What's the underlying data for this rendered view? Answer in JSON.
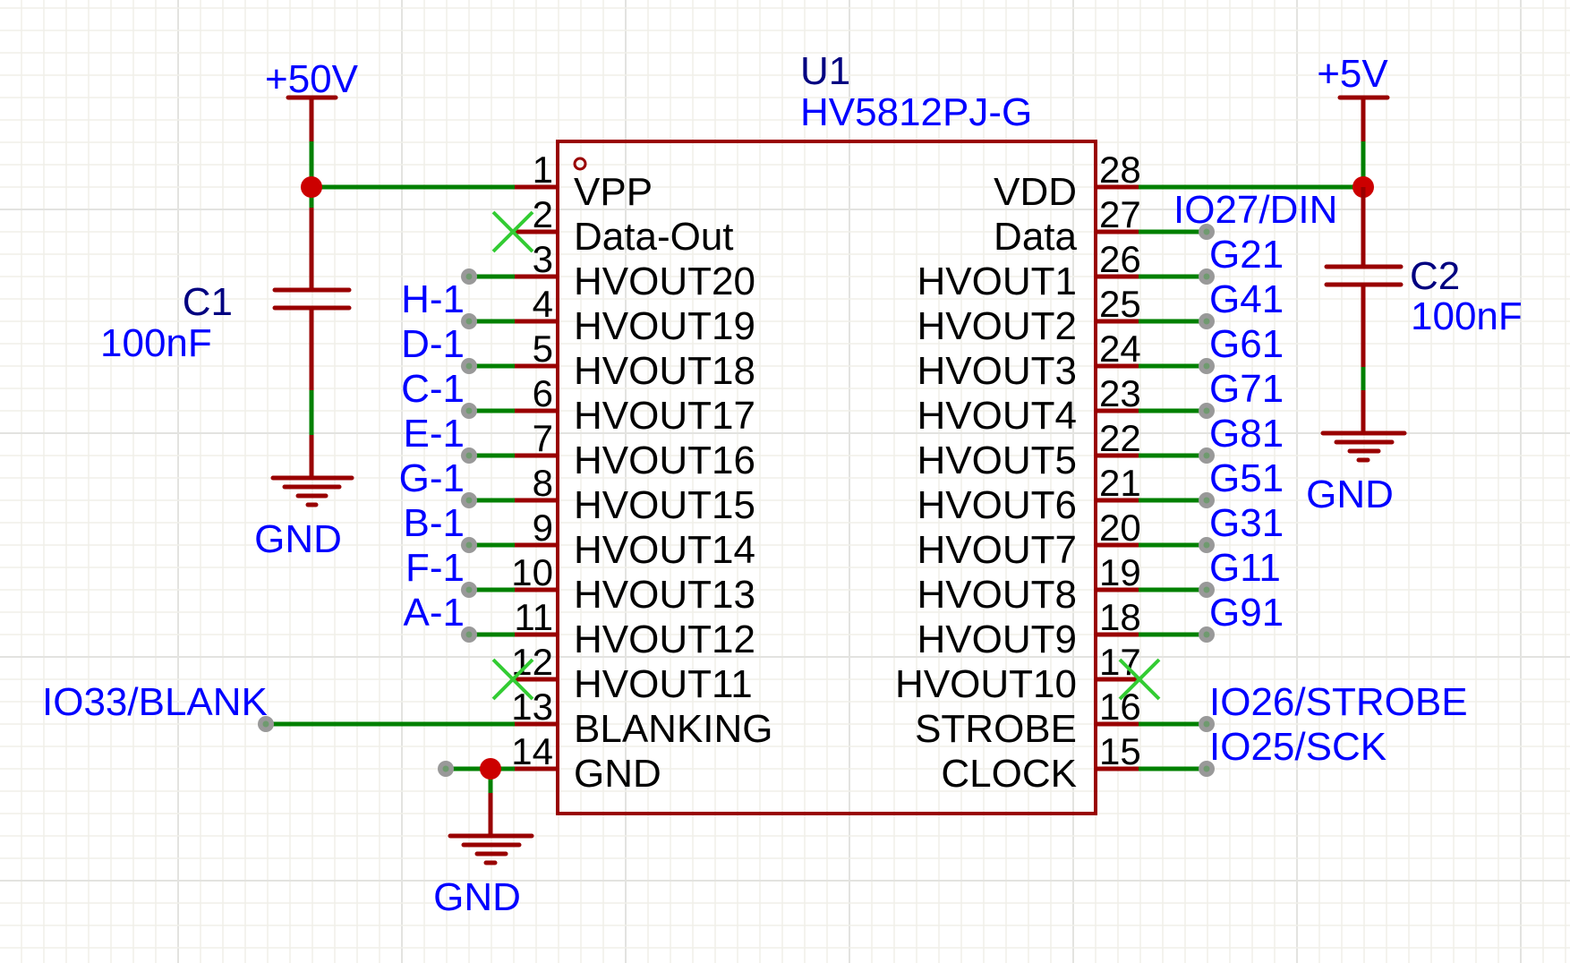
{
  "colors": {
    "background": "#ffffff",
    "symbol": "#990000",
    "wire": "#008000",
    "junction": "#cc0000",
    "net_label": "#0000ff",
    "designator": "#000080",
    "pin_text": "#000000",
    "net_dot": "#999999",
    "net_dot_inner": "#5a8a5a",
    "no_connect": "#33cc33",
    "grid_minor": "#f0efe9",
    "grid_major": "#e3e3e0"
  },
  "component": {
    "designator": "U1",
    "part": "HV5812PJ-G",
    "left_pins": [
      {
        "num": "1",
        "name": "VPP",
        "net": null,
        "connection": "power"
      },
      {
        "num": "2",
        "name": "Data-Out",
        "net": null,
        "connection": "no-connect"
      },
      {
        "num": "3",
        "name": "HVOUT20",
        "net": "",
        "connection": "net"
      },
      {
        "num": "4",
        "name": "HVOUT19",
        "net": "H-1",
        "connection": "net"
      },
      {
        "num": "5",
        "name": "HVOUT18",
        "net": "D-1",
        "connection": "net"
      },
      {
        "num": "6",
        "name": "HVOUT17",
        "net": "C-1",
        "connection": "net"
      },
      {
        "num": "7",
        "name": "HVOUT16",
        "net": "E-1",
        "connection": "net"
      },
      {
        "num": "8",
        "name": "HVOUT15",
        "net": "G-1",
        "connection": "net"
      },
      {
        "num": "9",
        "name": "HVOUT14",
        "net": "B-1",
        "connection": "net"
      },
      {
        "num": "10",
        "name": "HVOUT13",
        "net": "F-1",
        "connection": "net"
      },
      {
        "num": "11",
        "name": "HVOUT12",
        "net": "A-1",
        "connection": "net"
      },
      {
        "num": "12",
        "name": "HVOUT11",
        "net": null,
        "connection": "no-connect"
      },
      {
        "num": "13",
        "name": "BLANKING",
        "net": "IO33/BLANK",
        "connection": "long-net"
      },
      {
        "num": "14",
        "name": "GND",
        "net": null,
        "connection": "ground"
      }
    ],
    "right_pins": [
      {
        "num": "28",
        "name": "VDD",
        "net": null,
        "connection": "power"
      },
      {
        "num": "27",
        "name": "Data",
        "net": "IO27/DIN",
        "connection": "net"
      },
      {
        "num": "26",
        "name": "HVOUT1",
        "net": "G21",
        "connection": "net"
      },
      {
        "num": "25",
        "name": "HVOUT2",
        "net": "G41",
        "connection": "net"
      },
      {
        "num": "24",
        "name": "HVOUT3",
        "net": "G61",
        "connection": "net"
      },
      {
        "num": "23",
        "name": "HVOUT4",
        "net": "G71",
        "connection": "net"
      },
      {
        "num": "22",
        "name": "HVOUT5",
        "net": "G81",
        "connection": "net"
      },
      {
        "num": "21",
        "name": "HVOUT6",
        "net": "G51",
        "connection": "net"
      },
      {
        "num": "20",
        "name": "HVOUT7",
        "net": "G31",
        "connection": "net"
      },
      {
        "num": "19",
        "name": "HVOUT8",
        "net": "G11",
        "connection": "net"
      },
      {
        "num": "18",
        "name": "HVOUT9",
        "net": "G91",
        "connection": "net"
      },
      {
        "num": "17",
        "name": "HVOUT10",
        "net": null,
        "connection": "no-connect"
      },
      {
        "num": "16",
        "name": "STROBE",
        "net": "IO26/STROBE",
        "connection": "net"
      },
      {
        "num": "15",
        "name": "CLOCK",
        "net": "IO25/SCK",
        "connection": "net"
      }
    ]
  },
  "power_ports": {
    "left": "+50V",
    "right": "+5V"
  },
  "capacitors": {
    "c1": {
      "designator": "C1",
      "value": "100nF"
    },
    "c2": {
      "designator": "C2",
      "value": "100nF"
    }
  },
  "ground_labels": {
    "c1": "GND",
    "c2": "GND",
    "u1": "GND"
  }
}
